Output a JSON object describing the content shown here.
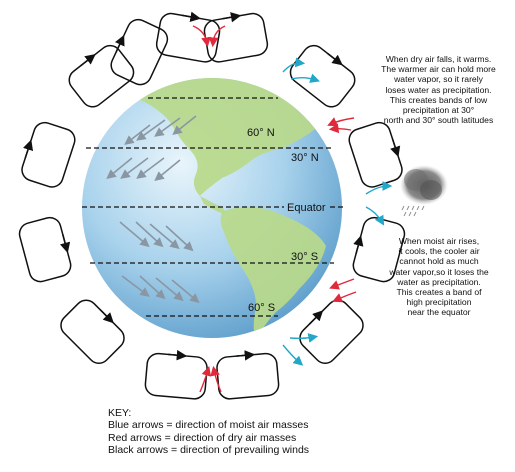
{
  "latitudes": {
    "n60": "60° N",
    "n30": "30° N",
    "equator": "Equator",
    "s30": "30° S",
    "s60": "60° S"
  },
  "notes": {
    "dry_air": [
      "When dry air falls, it warms.",
      "The warmer air can hold more",
      "water vapor, so it rarely",
      "loses water as precipitation.",
      "This creates bands of low",
      "precipitation at 30°",
      "north and 30° south latitudes"
    ],
    "moist_air": [
      "When moist air rises,",
      "it cools, the cooler air",
      "cannot hold as much",
      "water vapor,so it loses the",
      "water as precipitation.",
      "This creates a band of",
      "high precipitation",
      "near the equator"
    ]
  },
  "key": {
    "title": "KEY:",
    "blue": "Blue arrows = direction of moist air masses",
    "red": "Red arrows = direction of dry air masses",
    "black": "Black arrows = direction of prevailing winds"
  },
  "colors": {
    "ocean": "#8fc3e4",
    "land": "#b9d98a",
    "moist_arrow": "#22a7c9",
    "dry_arrow": "#e02a3c",
    "wind_cell": "#111111",
    "cloud": "#7a7a7a"
  }
}
